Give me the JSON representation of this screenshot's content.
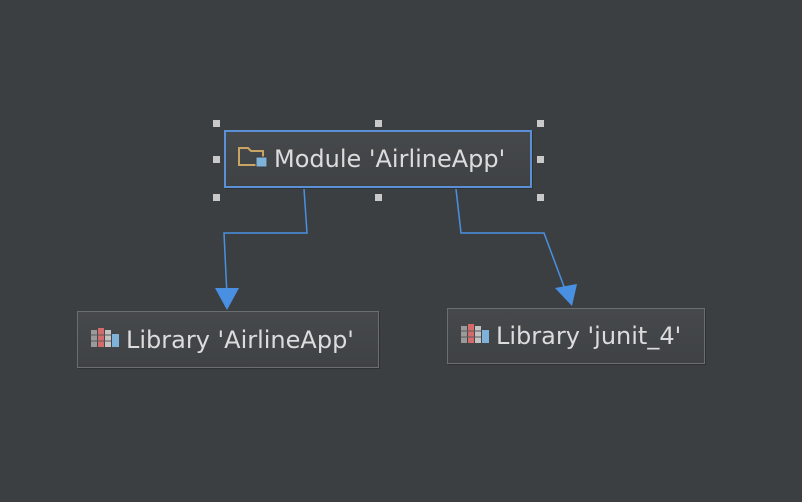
{
  "diagram": {
    "nodes": {
      "module": {
        "label": "Module 'AirlineApp'",
        "icon": "module-folder-icon"
      },
      "library_app": {
        "label": "Library 'AirlineApp'",
        "icon": "library-books-icon"
      },
      "library_junit": {
        "label": "Library 'junit_4'",
        "icon": "library-books-icon"
      }
    },
    "edges": [
      {
        "from": "module",
        "to": "library_app"
      },
      {
        "from": "module",
        "to": "library_junit"
      }
    ],
    "colors": {
      "background": "#3c3f41",
      "edge": "#4a90e2",
      "selection": "#5b8fd6",
      "text": "#dcdcdc"
    }
  }
}
